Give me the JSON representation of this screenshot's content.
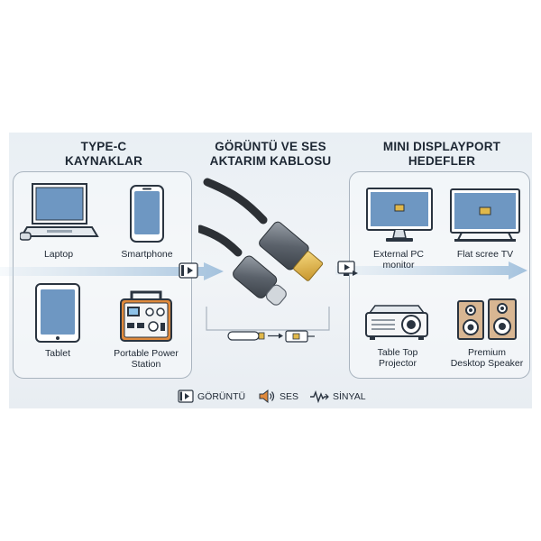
{
  "sections": {
    "sources": {
      "title_line1": "TYPE-C",
      "title_line2": "KAYNAKLAR"
    },
    "cable": {
      "title_line1": "GÖRÜNTÜ VE SES",
      "title_line2": "AKTARIM KABLOSU"
    },
    "targets": {
      "title_line1": "MINI DISPLAYPORT",
      "title_line2": "HEDEFLER"
    }
  },
  "sources": [
    {
      "label": "Laptop",
      "icon": "laptop-icon"
    },
    {
      "label": "Smartphone",
      "icon": "smartphone-icon"
    },
    {
      "label": "Tablet",
      "icon": "tablet-icon"
    },
    {
      "label_line1": "Portable Power",
      "label_line2": "Station",
      "icon": "power-station-icon"
    }
  ],
  "targets": [
    {
      "label_line1": "External PC",
      "label_line2": "monitor",
      "icon": "monitor-icon"
    },
    {
      "label": "Flat scree TV",
      "icon": "tv-icon"
    },
    {
      "label_line1": "Table Top",
      "label_line2": "Projector",
      "icon": "projector-icon"
    },
    {
      "label_line1": "Premium",
      "label_line2": "Desktop Speaker",
      "icon": "speaker-icon"
    }
  ],
  "legend": [
    {
      "label": "GÖRÜNTÜ",
      "icon": "video-icon"
    },
    {
      "label": "SES",
      "icon": "audio-icon"
    },
    {
      "label": "SİNYAL",
      "icon": "signal-icon"
    }
  ],
  "colors": {
    "arrow": "#a9c6e0",
    "icon_stroke": "#2a3440",
    "screen_blue": "#6e97c2",
    "connector_gold": "#e1b84a",
    "power_orange": "#e08a3c"
  }
}
